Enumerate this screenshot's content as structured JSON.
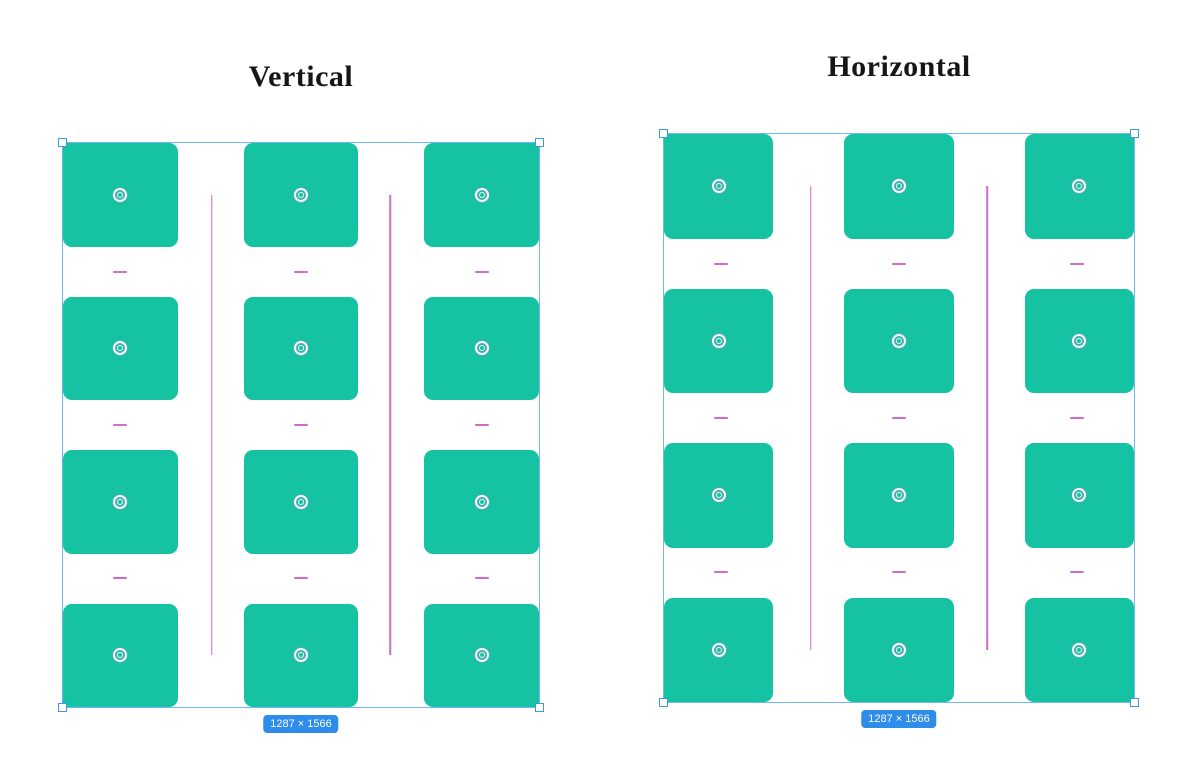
{
  "panels": [
    {
      "title": "Vertical",
      "badge": "1287 × 1566",
      "grid": {
        "rows": 4,
        "cols": 3
      },
      "tile_icon": "concentric-circles-icon",
      "gap_indicators": {
        "vertical_lines": 2,
        "row_dashes": 9
      }
    },
    {
      "title": "Horizontal",
      "badge": "1287 × 1566",
      "grid": {
        "rows": 4,
        "cols": 3
      },
      "tile_icon": "concentric-circles-icon",
      "gap_indicators": {
        "vertical_lines": 2,
        "row_dashes": 9
      }
    }
  ],
  "colors": {
    "tile_teal": "#15C2A1",
    "gap_pink": "#CE6CC7",
    "selection_outline_blue": "#6FB8F2",
    "handle_border_blue": "#3E97E4",
    "badge_blue": "#2E8CEA",
    "title_black": "#161616"
  }
}
